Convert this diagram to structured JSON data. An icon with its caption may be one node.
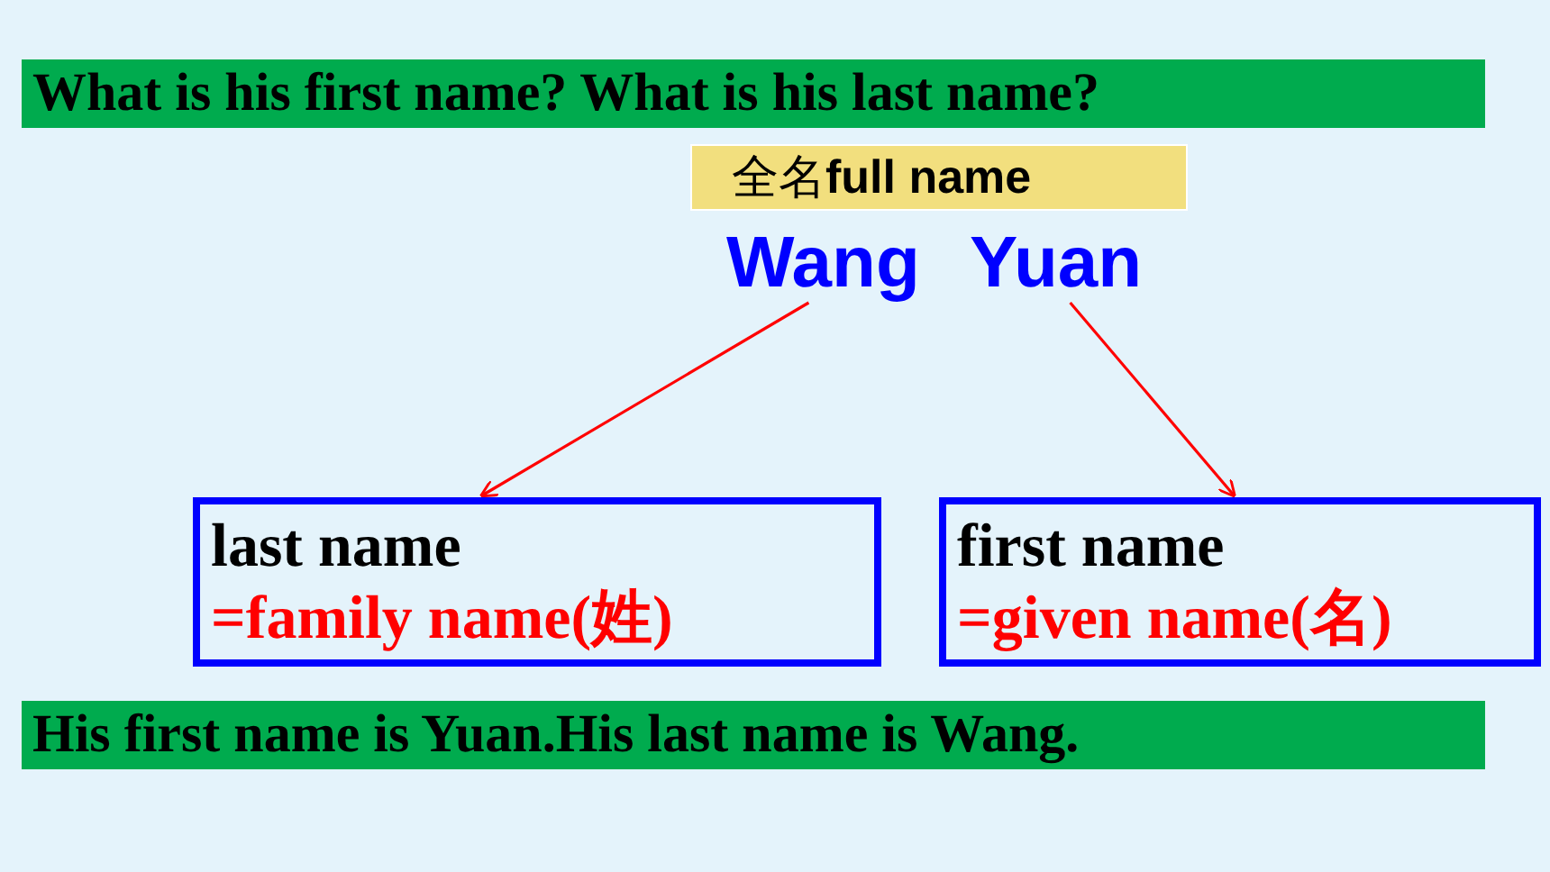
{
  "diagram": {
    "nodes": [
      {
        "text": [
          "What is his first name? What is his last name?"
        ]
      },
      {
        "text": [
          "全名**full name**"
        ]
      },
      {
        "text": [
          "Wang"
        ]
      },
      {
        "text": [
          "Yuan"
        ]
      },
      {
        "text": [
          "last name",
          "=family name(姓)"
        ]
      },
      {
        "text": [
          "first name",
          "=given name(名)"
        ]
      },
      {
        "text": [
          "His first name is Yuan.His last name is Wang."
        ]
      }
    ],
    "edges": [
      {
        "from": 2,
        "to": 4,
        "arrow": "to"
      },
      {
        "from": 3,
        "to": 5,
        "arrow": "to"
      }
    ]
  }
}
